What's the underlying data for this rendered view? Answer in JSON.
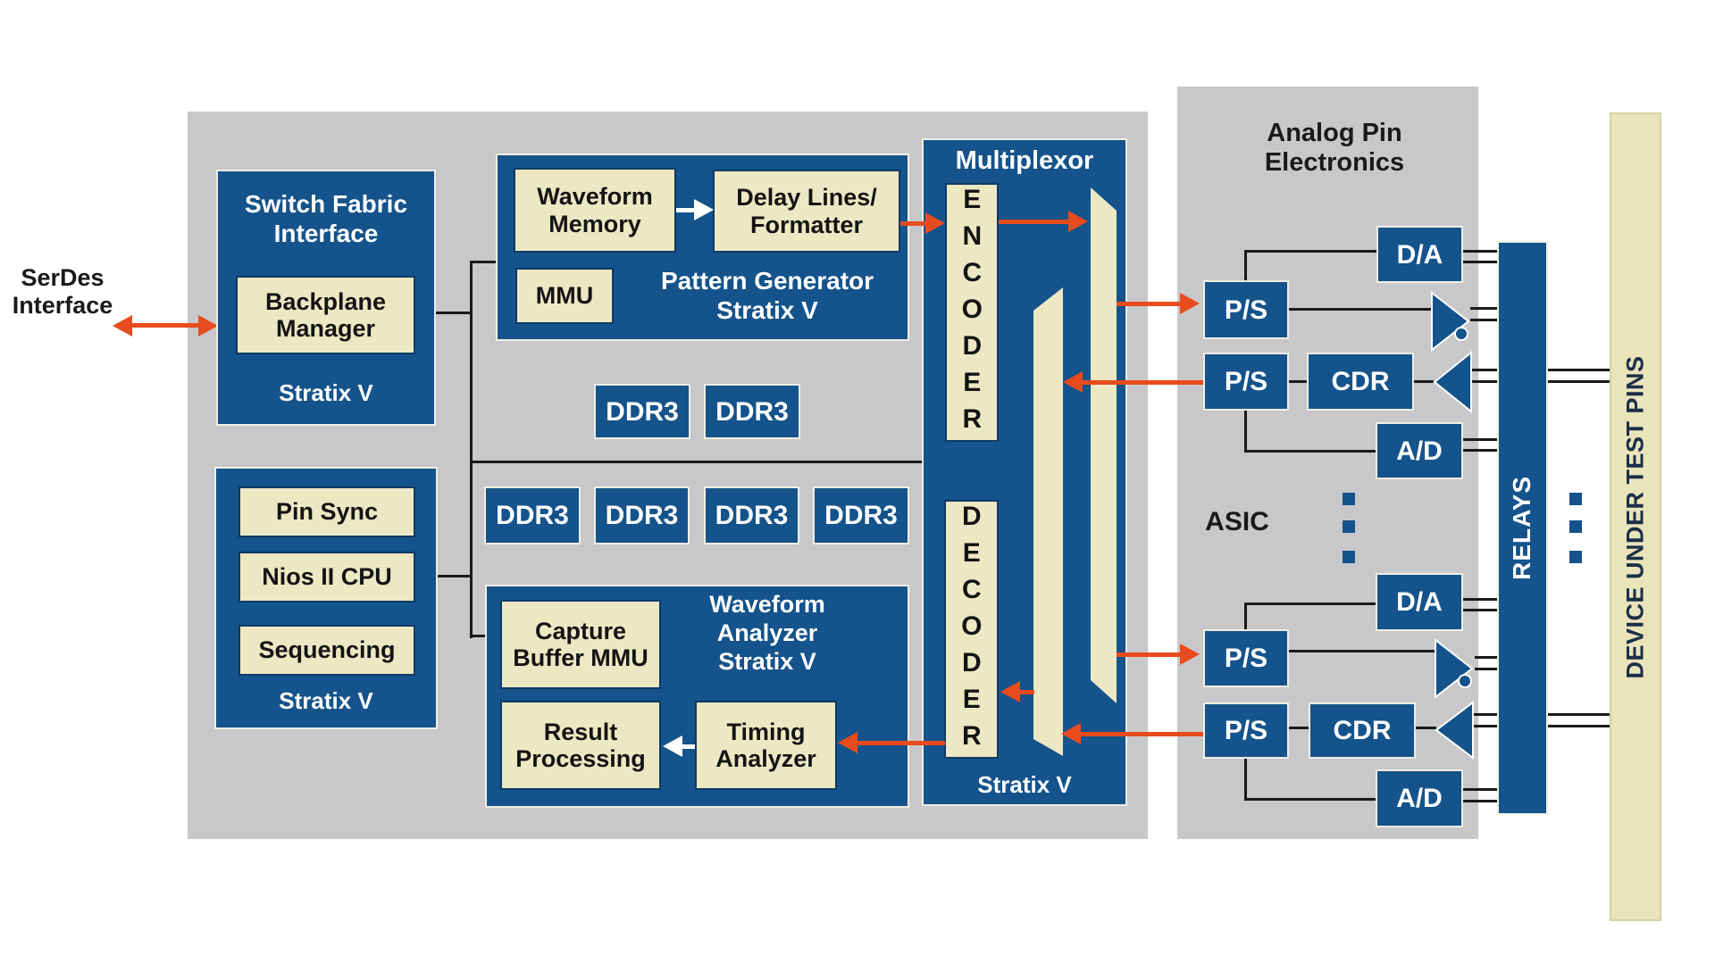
{
  "colors": {
    "block_blue": "#14538b",
    "box_cream": "#ece8c3",
    "panel_gray": "#c8c8ca",
    "arrow_orange": "#e84b1d",
    "dut_cream": "#e9e4ba",
    "line_black": "#1a1a1a"
  },
  "serdes": {
    "line1": "SerDes",
    "line2": "Interface"
  },
  "switch_fabric": {
    "title1": "Switch Fabric",
    "title2": "Interface",
    "backplane1": "Backplane",
    "backplane2": "Manager",
    "footer": "Stratix V"
  },
  "cpu": {
    "pin_sync": "Pin Sync",
    "nios": "Nios II CPU",
    "sequencing": "Sequencing",
    "footer": "Stratix V"
  },
  "pattern_gen": {
    "wm1": "Waveform",
    "wm2": "Memory",
    "dl1": "Delay Lines/",
    "dl2": "Formatter",
    "mmu": "MMU",
    "label1": "Pattern Generator",
    "label2": "Stratix V"
  },
  "ddr3": {
    "label": "DDR3"
  },
  "analyzer": {
    "cb1": "Capture",
    "cb2": "Buffer MMU",
    "rp1": "Result",
    "rp2": "Processing",
    "ta1": "Timing",
    "ta2": "Analyzer",
    "label1": "Waveform",
    "label2": "Analyzer",
    "label3": "Stratix V"
  },
  "mux": {
    "title": "Multiplexor",
    "encoder": "ENCODER",
    "decoder": "DECODER",
    "footer": "Stratix V"
  },
  "analog": {
    "title1": "Analog Pin",
    "title2": "Electronics",
    "asic": "ASIC",
    "ps": "P/S",
    "cdr": "CDR",
    "da": "D/A",
    "ad": "A/D"
  },
  "relays": {
    "label": "RELAYS"
  },
  "dut": {
    "label": "DEVICE UNDER TEST PINS"
  }
}
